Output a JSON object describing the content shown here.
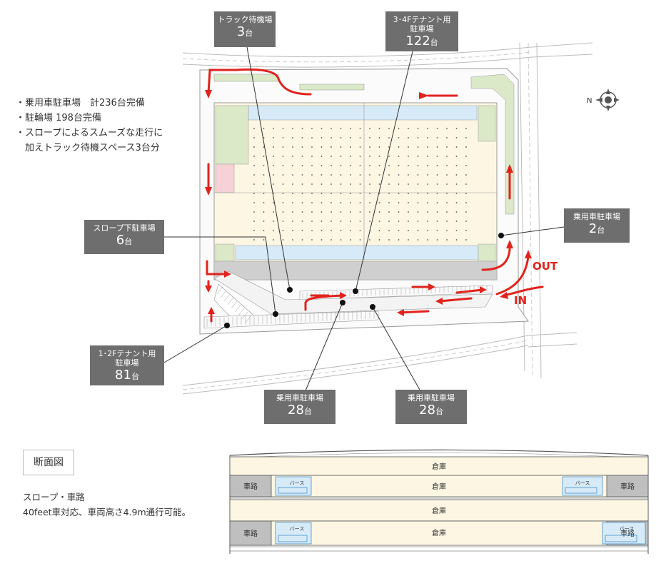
{
  "summary": {
    "items": [
      "・乗用車駐車場　計236台完備",
      "・駐輪場 198台完備",
      "・スロープによるスムーズな走行に",
      "　加えトラック待機スペース3台分"
    ]
  },
  "callouts": {
    "truck_wait": {
      "title": "トラック待機場",
      "count": "3",
      "unit": "台"
    },
    "tenant34": {
      "title1": "3･4Fテナント用",
      "title2": "駐車場",
      "count": "122",
      "unit": "台"
    },
    "slope_under": {
      "title": "スロープ下駐車場",
      "count": "6",
      "unit": "台"
    },
    "car_right": {
      "title": "乗用車駐車場",
      "count": "2",
      "unit": "台"
    },
    "tenant12": {
      "title1": "1･2Fテナント用",
      "title2": "駐車場",
      "count": "81",
      "unit": "台"
    },
    "car_mid1": {
      "title": "乗用車駐車場",
      "count": "28",
      "unit": "台"
    },
    "car_mid2": {
      "title": "乗用車駐車場",
      "count": "28",
      "unit": "台"
    }
  },
  "map_labels": {
    "out": "OUT",
    "in": "IN"
  },
  "section": {
    "title": "断面図",
    "note1": "スロープ・車路",
    "note2": "40feet車対応、車両高さ4.9m通行可能。",
    "warehouse": "倉庫",
    "road": "車路",
    "bus": "バース"
  },
  "colors": {
    "arrow": "#e0231c",
    "callout_bg": "#6e6e6e",
    "floor": "#fcf6e3",
    "berth": "#d6ebf7",
    "green": "#dbe9c9",
    "pink": "#f6d1d6"
  }
}
